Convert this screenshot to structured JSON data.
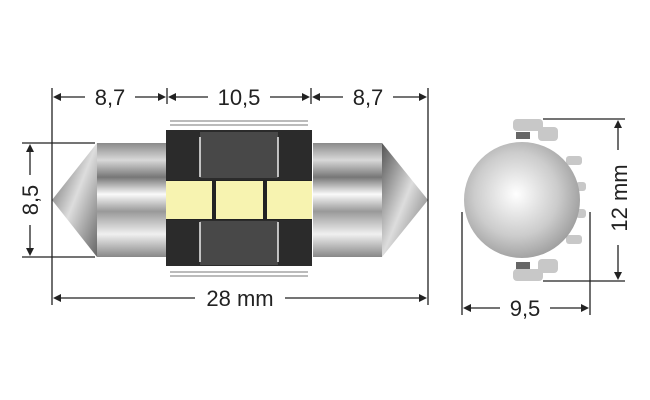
{
  "side_view": {
    "dims": {
      "left_cap": "8,7",
      "center": "10,5",
      "right_cap": "8,7",
      "diameter": "8,5",
      "total_length": "28 mm"
    },
    "led_color": "#f7f3b0",
    "body_color": "#2b2b2b"
  },
  "end_view": {
    "dims": {
      "height": "12 mm",
      "width": "9,5"
    }
  }
}
